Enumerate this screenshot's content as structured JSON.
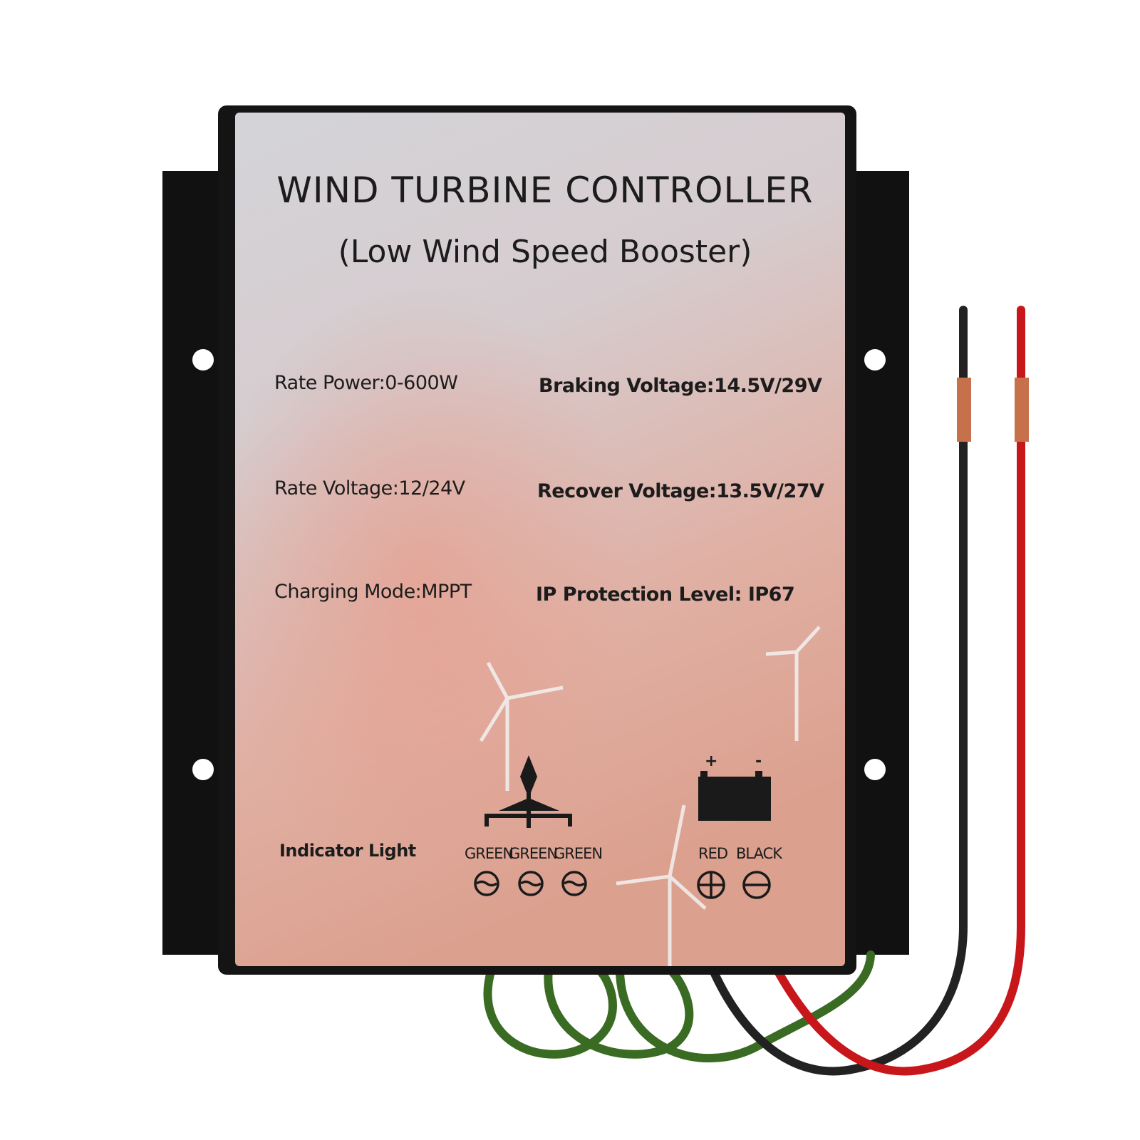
{
  "label": {
    "title": "WIND TURBINE CONTROLLER",
    "subtitle": "(Low Wind Speed Booster)",
    "specs": [
      "Rate Power:0-600W",
      "Braking Voltage:14.5V/29V",
      "Rate Voltage:12/24V",
      "Recover Voltage:13.5V/27V",
      "Charging Mode:MPPT",
      "IP Protection Level:  IP67"
    ],
    "indicator_label": "Indicator Light",
    "turbine_wires": [
      "GREEN",
      "GREEN",
      "GREEN"
    ],
    "battery_wires": [
      "RED",
      "BLACK"
    ],
    "battery_terminals": [
      "+",
      "-"
    ]
  },
  "colors": {
    "body": "#141414",
    "wire_green": "#3a6b22",
    "wire_red": "#c8171b",
    "wire_black": "#222222",
    "copper": "#c7704c"
  }
}
